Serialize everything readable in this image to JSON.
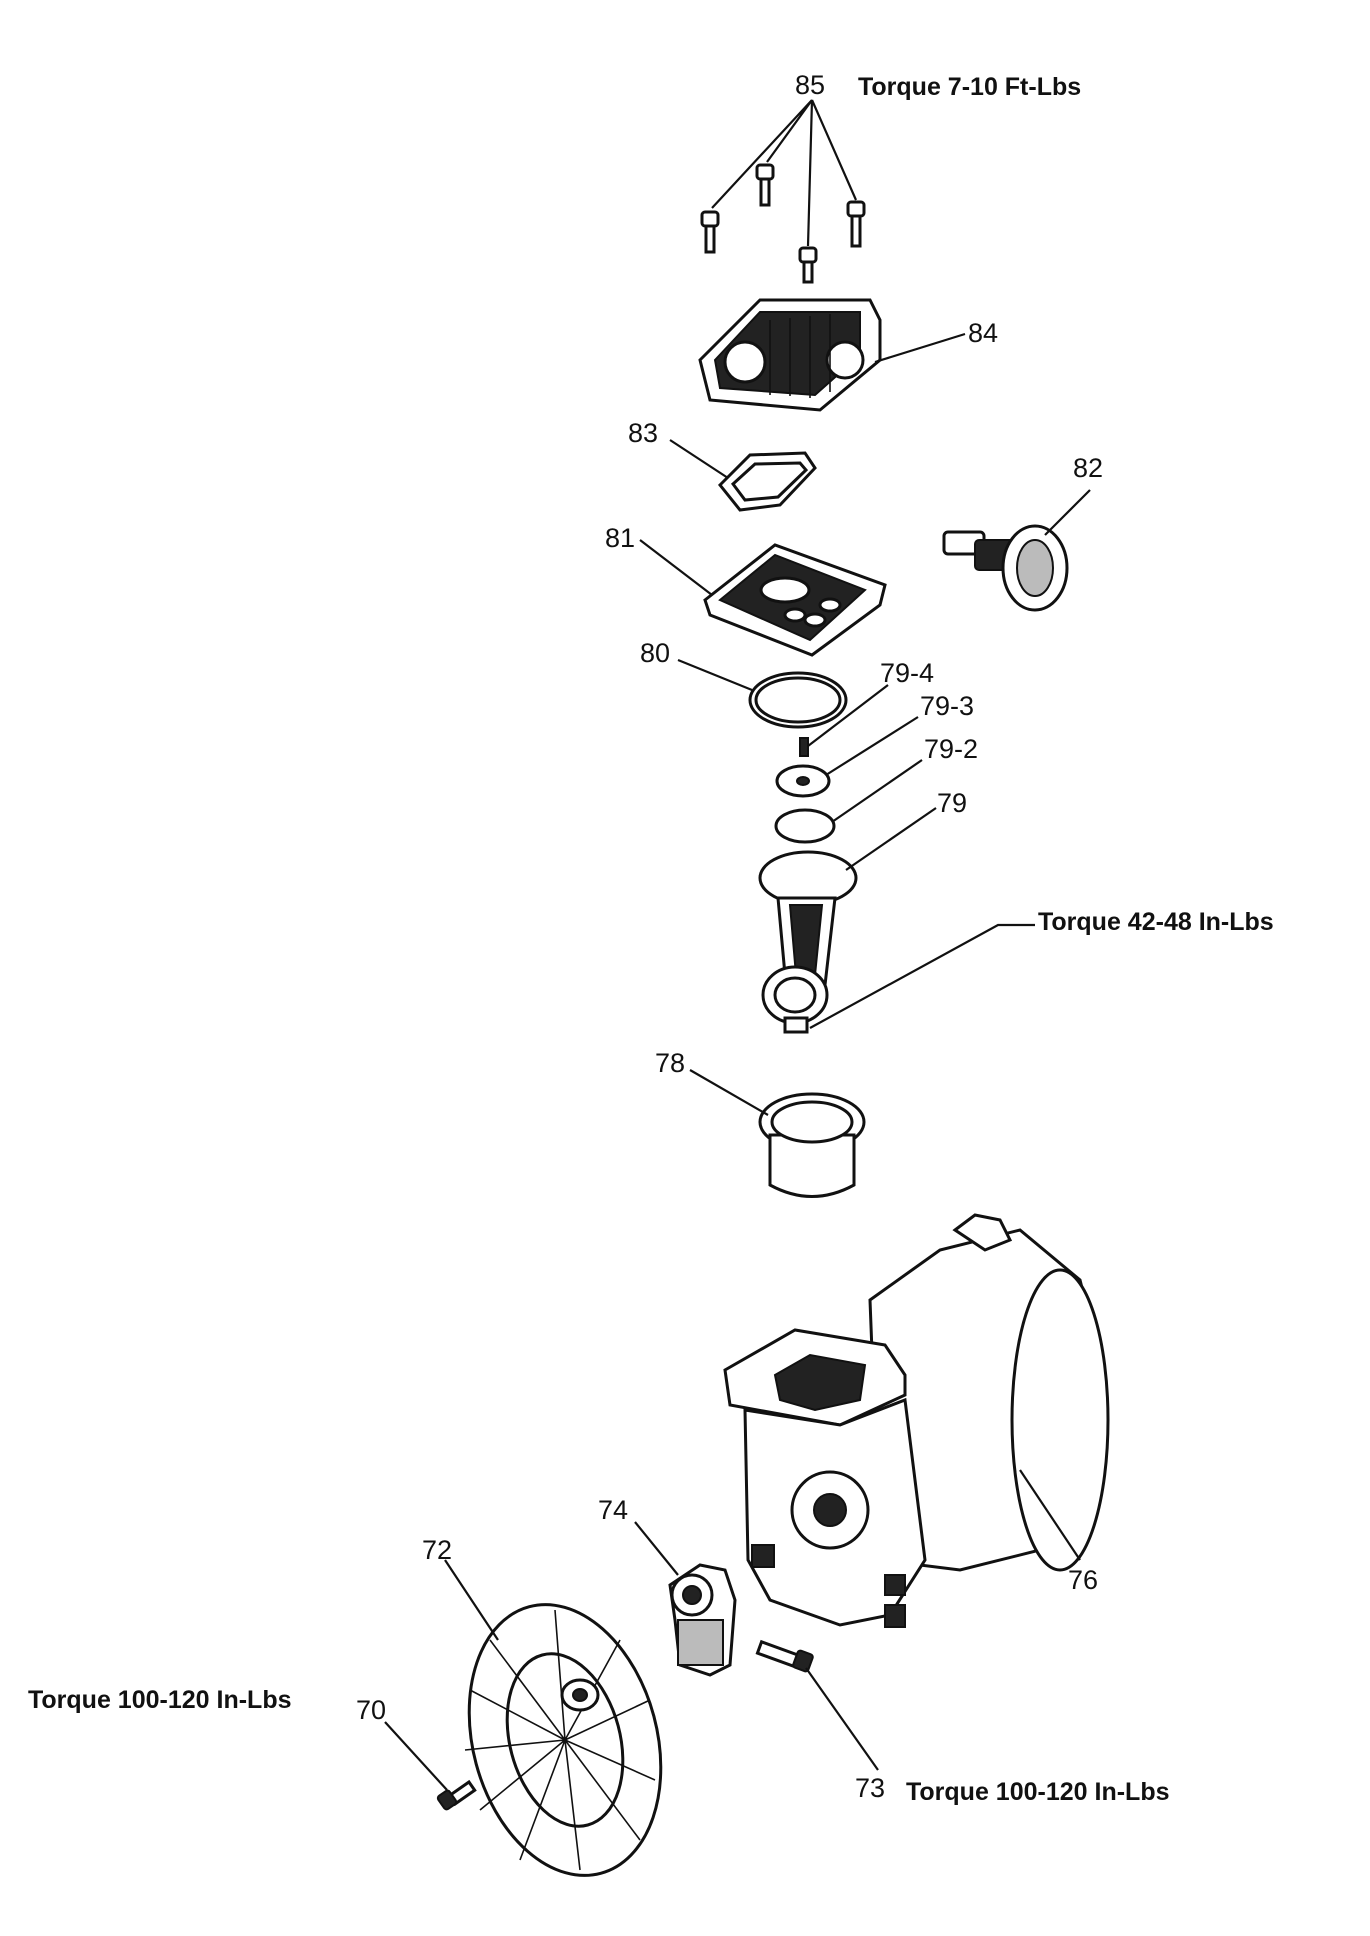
{
  "callouts": {
    "c85": "85",
    "c84": "84",
    "c83": "83",
    "c82": "82",
    "c81": "81",
    "c80": "80",
    "c79_4": "79-4",
    "c79_3": "79-3",
    "c79_2": "79-2",
    "c79": "79",
    "c78": "78",
    "c76": "76",
    "c74": "74",
    "c73": "73",
    "c72": "72",
    "c70": "70"
  },
  "torque": {
    "head_bolts": "Torque 7-10 Ft-Lbs",
    "connecting_rod": "Torque 42-48 In-Lbs",
    "fan_bolt": "Torque 100-120 In-Lbs",
    "bearing_bolt": "Torque 100-120 In-Lbs"
  }
}
